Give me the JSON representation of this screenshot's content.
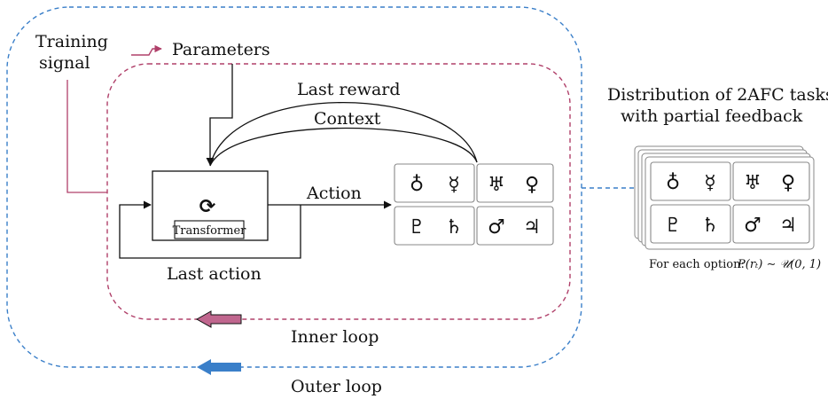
{
  "labels": {
    "training_signal_line1": "Training",
    "training_signal_line2": "signal",
    "parameters": "Parameters",
    "last_reward": "Last reward",
    "context": "Context",
    "action": "Action",
    "last_action": "Last action",
    "transformer": "Transformer",
    "recurrence_symbol": "⟳",
    "inner_loop": "Inner loop",
    "outer_loop": "Outer loop",
    "distribution_line1": "Distribution of 2AFC tasks",
    "distribution_line2": "with partial feedback",
    "for_each_option": "For each option:",
    "formula": "P(rₜ) ∼ 𝒰(0, 1)"
  },
  "options": [
    [
      "♁",
      "☿"
    ],
    [
      "♅",
      "♀"
    ],
    [
      "♇",
      "♄"
    ],
    [
      "♂",
      "♃"
    ]
  ],
  "colors": {
    "inner": "#b0406a",
    "inner_fill": "#c0668e",
    "outer": "#3a7fc9",
    "outer_fill": "#3a7fc9",
    "line": "#111111"
  }
}
